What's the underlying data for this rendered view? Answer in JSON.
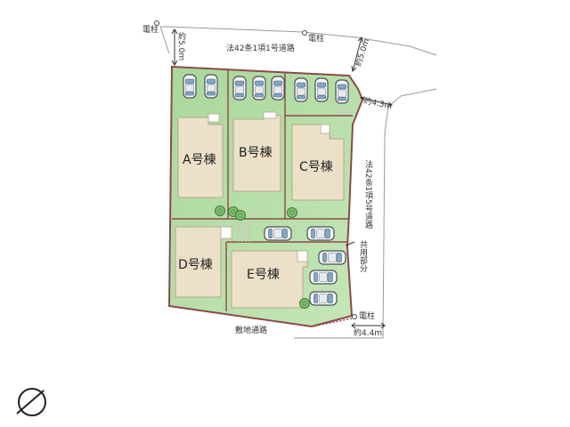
{
  "labels": {
    "road_north": "法42条1項1号道路",
    "road_east": "法42条1項5号道路",
    "road_south": "敷地通路",
    "pole_nw": "電柱",
    "pole_n": "電柱",
    "pole_se": "電柱",
    "width_west": "約5.0m",
    "width_ne": "約5.0m",
    "width_east": "約4.3m",
    "width_south": "約4.4m",
    "shared": "共用部分"
  },
  "lots": {
    "a": "A号棟",
    "b": "B号棟",
    "c": "C号棟",
    "d": "D号棟",
    "e": "E号棟"
  },
  "icons": {
    "compass": "north-arrow-icon",
    "car": "car-icon",
    "tree": "tree-icon",
    "pole": "utility-pole-icon"
  },
  "colors": {
    "lot_green": "#a9d79a",
    "house_beige": "#ece0c8",
    "boundary": "#8b4a4a",
    "road_line": "#9a9a9a"
  }
}
